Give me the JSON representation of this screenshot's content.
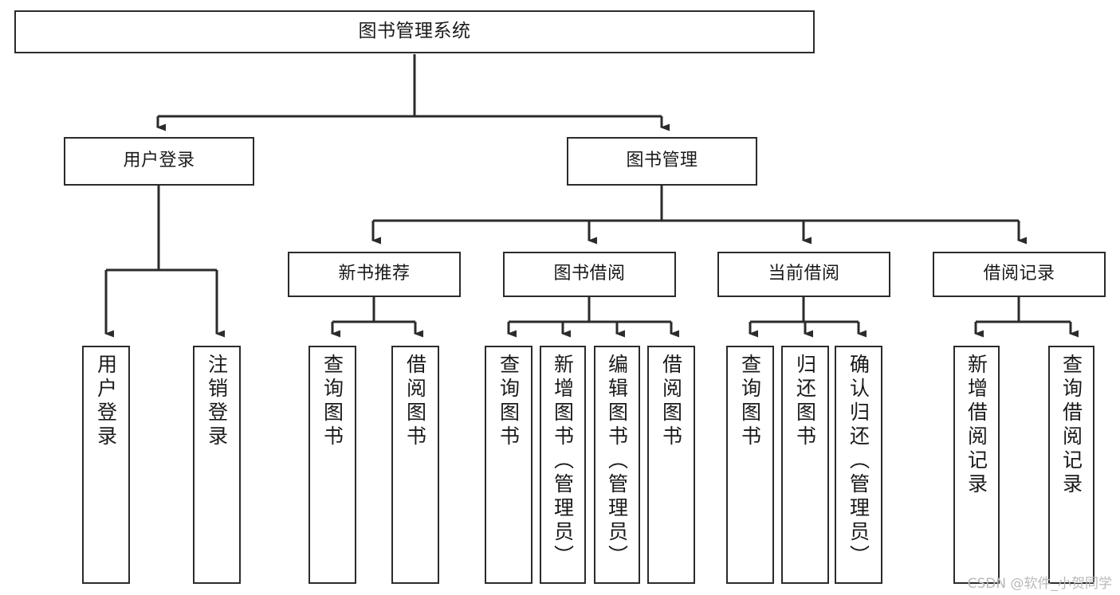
{
  "diagram": {
    "title": "图书管理系统",
    "type": "hierarchy-tree",
    "watermark": "CSDN @软件_小贺同学",
    "colors": {
      "box_border": "#2b2b2b",
      "box_fill": "#ffffff",
      "edge": "#2b2b2b",
      "text": "#1a1a1a",
      "watermark": "#b9b9b9",
      "background": "#ffffff"
    },
    "nodes": {
      "root": {
        "label": "图书管理系统",
        "level": 1
      },
      "l2": [
        {
          "label": "用户登录",
          "level": 2
        },
        {
          "label": "图书管理",
          "level": 2
        }
      ],
      "l3": [
        {
          "label": "新书推荐",
          "level": 3
        },
        {
          "label": "图书借阅",
          "level": 3
        },
        {
          "label": "当前借阅",
          "level": 3
        },
        {
          "label": "借阅记录",
          "level": 3
        }
      ],
      "leaves_user_login": [
        {
          "label": "用户登录",
          "level": 3
        },
        {
          "label": "注销登录",
          "level": 3
        }
      ],
      "leaves_new_book": [
        {
          "label": "查询图书",
          "level": 4
        },
        {
          "label": "借阅图书",
          "level": 4
        }
      ],
      "leaves_borrow": [
        {
          "label": "查询图书",
          "level": 4
        },
        {
          "label": "新增图书（管理员）",
          "level": 4
        },
        {
          "label": "编辑图书（管理员）",
          "level": 4
        },
        {
          "label": "借阅图书",
          "level": 4
        }
      ],
      "leaves_current": [
        {
          "label": "查询图书",
          "level": 4
        },
        {
          "label": "归还图书",
          "level": 4
        },
        {
          "label": "确认归还（管理员）",
          "level": 4
        }
      ],
      "leaves_record": [
        {
          "label": "新增借阅记录",
          "level": 4
        },
        {
          "label": "查询借阅记录",
          "level": 4
        }
      ]
    }
  }
}
